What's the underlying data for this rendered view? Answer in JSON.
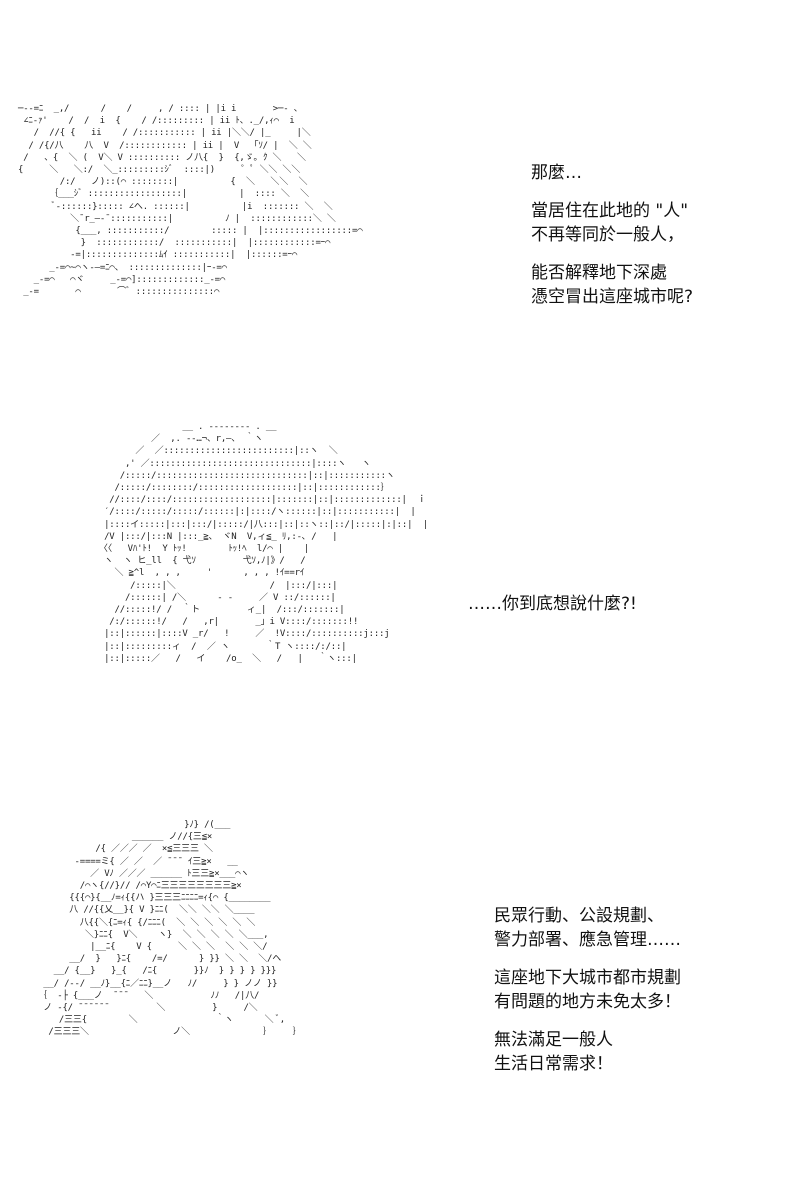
{
  "panels": [
    {
      "paragraphs": [
        [
          "那麼…"
        ],
        [
          "當居住在此地的 \"人\"",
          "不再等同於一般人，"
        ],
        [
          "能否解釋地下深處",
          "憑空冒出這座城市呢?"
        ]
      ]
    },
    {
      "paragraphs": [
        [
          "……你到底想說什麼?!"
        ]
      ]
    },
    {
      "paragraphs": [
        [
          "民眾行動、公設規劃、",
          "警力部署、應急管理……"
        ],
        [
          "這座地下大城市都市規劃",
          "有問題的地方未免太多！"
        ],
        [
          "無法滿足一般人",
          "生活日常需求！"
        ]
      ]
    }
  ]
}
